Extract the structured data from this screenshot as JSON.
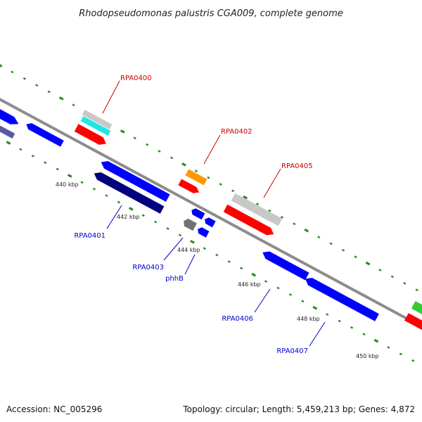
{
  "title": "Rhodopseudomonas palustris CGA009, complete genome",
  "footer": {
    "accession": "Accession: NC_005296",
    "summary": "Topology: circular; Length: 5,459,213 bp; Genes: 4,872"
  },
  "colors": {
    "backbone": "#8c8c8c",
    "tick_dots": "#2e8b22",
    "label_forward": "#cc0000",
    "label_reverse": "#0000cc",
    "red": "#ff0000",
    "light_gray": "#c8c8c8",
    "cyan": "#22e6e6",
    "orange": "#ff9900",
    "blue": "#0000ff",
    "navy": "#000080",
    "dark_gray": "#707070",
    "green": "#33cc33",
    "slate": "#5a5aa0"
  },
  "scale_labels": [
    "440 kbp",
    "442 kbp",
    "444 kbp",
    "446 kbp",
    "448 kbp",
    "450 kbp"
  ],
  "gene_labels": [
    {
      "text": "RPA0400",
      "strand": "forward"
    },
    {
      "text": "RPA0402",
      "strand": "forward"
    },
    {
      "text": "RPA0405",
      "strand": "forward"
    },
    {
      "text": "RPA0401",
      "strand": "reverse"
    },
    {
      "text": "RPA0403",
      "strand": "reverse"
    },
    {
      "text": "phhB",
      "strand": "reverse"
    },
    {
      "text": "RPA0406",
      "strand": "reverse"
    },
    {
      "text": "RPA0407",
      "strand": "reverse"
    }
  ]
}
